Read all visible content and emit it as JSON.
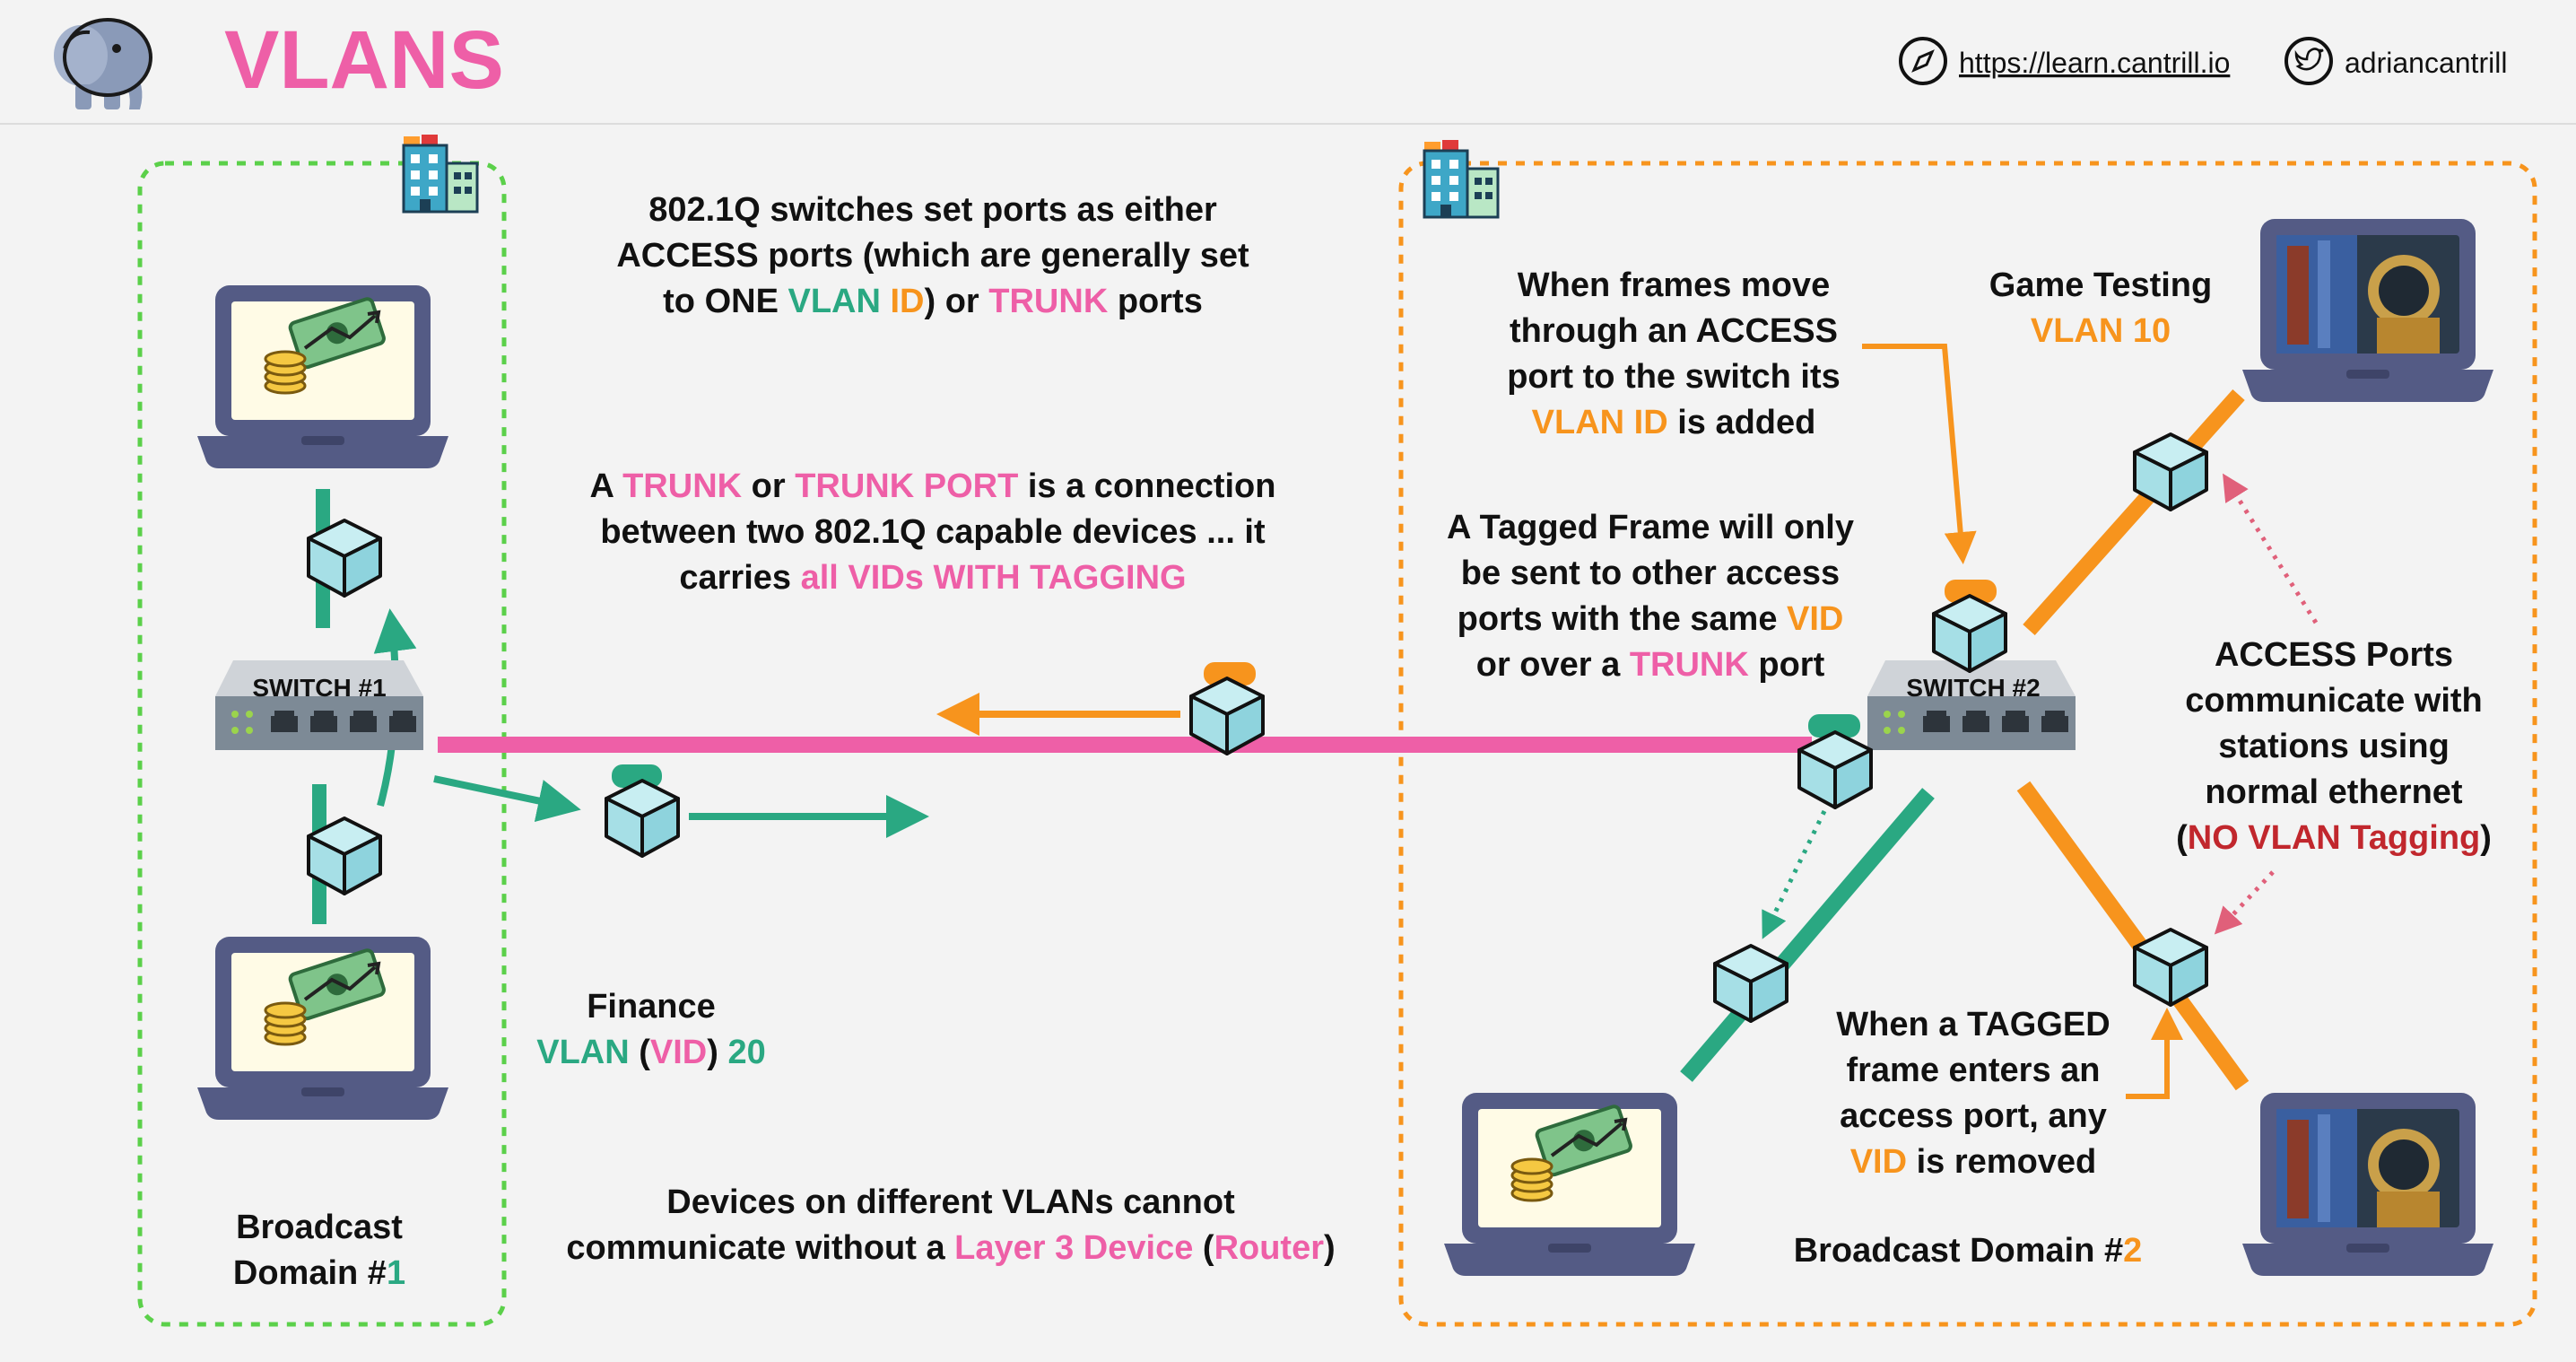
{
  "header": {
    "title": "VLANS",
    "link_url": "https://learn.cantrill.io",
    "twitter_handle": "adriancantrill",
    "link_icon": "compass-icon",
    "twitter_icon": "twitter-bird-icon",
    "logo_icon": "elephant-logo"
  },
  "colors": {
    "pink": "#ee5fa7",
    "teal": "#2aa882",
    "orange": "#f7941d",
    "red": "#c1272d",
    "green_border": "#5bd04a",
    "orange_border": "#f7941d",
    "text": "#111111"
  },
  "notes": {
    "dot1q": {
      "l1": "802.1Q switches set ports as either",
      "l2": "ACCESS ports (which are generally set",
      "l3a": "to ONE ",
      "l3b": "VLAN",
      "l3c": " ",
      "l3d": "ID",
      "l3e": ") or ",
      "l3f": "TRUNK",
      "l3g": " ports"
    },
    "trunk": {
      "l1a": "A ",
      "l1b": "TRUNK",
      "l1c": " or ",
      "l1d": "TRUNK PORT",
      "l1e": " is a connection",
      "l2": "between two 802.1Q capable devices ... it",
      "l3a": "carries ",
      "l3b": "all VIDs WITH TAGGING"
    },
    "frames_move": {
      "l1": "When frames move",
      "l2": "through an ACCESS",
      "l3": "port to the switch its",
      "l4a": "VLAN ID",
      "l4b": " is added"
    },
    "tagged_frame": {
      "l1": "A Tagged Frame will only",
      "l2": "be sent to other access",
      "l3a": "ports with the same ",
      "l3b": "VID",
      "l4a": "or over a ",
      "l4b": "TRUNK",
      "l4c": " port"
    },
    "access_ports": {
      "l1": "ACCESS Ports",
      "l2": "communicate with",
      "l3": "stations using",
      "l4": "normal ethernet",
      "l5a": "(",
      "l5b": "NO VLAN Tagging",
      "l5c": ")"
    },
    "tagged_enters": {
      "l1": "When a TAGGED",
      "l2": "frame enters an",
      "l3": "access port, any",
      "l4a": "VID",
      "l4b": " is removed"
    },
    "layer3": {
      "l1": "Devices on different VLANs cannot",
      "l2a": "communicate without a ",
      "l2b": "Layer 3 Device",
      "l2c": " (",
      "l2d": "Router",
      "l2e": ")"
    }
  },
  "labels": {
    "finance": {
      "l1": "Finance",
      "l2a": "VLAN",
      "l2b": " (",
      "l2c": "VID",
      "l2d": ") ",
      "l2e": "20"
    },
    "game_testing": {
      "l1": "Game Testing",
      "l2": "VLAN 10"
    },
    "bd1": {
      "l1": "Broadcast",
      "l2a": "Domain #",
      "l2b": "1"
    },
    "bd2": {
      "a": "Broadcast Domain #",
      "b": "2"
    }
  },
  "switches": {
    "sw1": "SWITCH #1",
    "sw2": "SWITCH #2"
  }
}
